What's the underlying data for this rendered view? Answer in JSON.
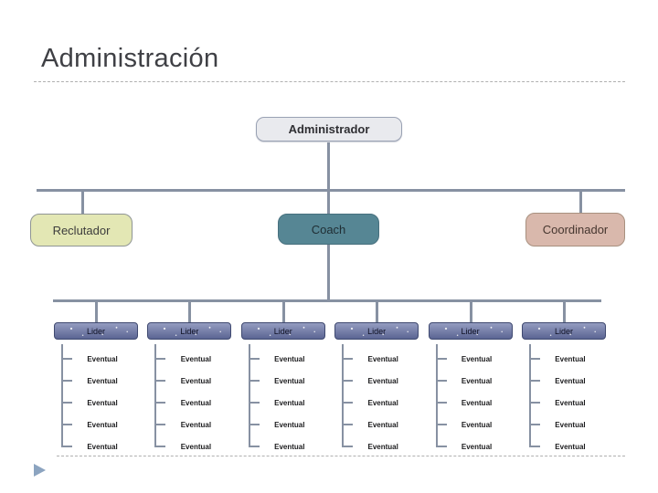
{
  "slide": {
    "title": "Administración"
  },
  "org_chart": {
    "root": {
      "label": "Administrador",
      "fill": "#e9eaee"
    },
    "level2": [
      {
        "label": "Reclutador",
        "fill": "#e3e7b4"
      },
      {
        "label": "Coach",
        "fill": "#568694"
      },
      {
        "label": "Coordinador",
        "fill": "#d9b8ac"
      }
    ],
    "leaders": [
      {
        "label": "Lider",
        "members": [
          "Eventual",
          "Eventual",
          "Eventual",
          "Eventual",
          "Eventual"
        ]
      },
      {
        "label": "Lider",
        "members": [
          "Eventual",
          "Eventual",
          "Eventual",
          "Eventual",
          "Eventual"
        ]
      },
      {
        "label": "Lider",
        "members": [
          "Eventual",
          "Eventual",
          "Eventual",
          "Eventual",
          "Eventual"
        ]
      },
      {
        "label": "Lider",
        "members": [
          "Eventual",
          "Eventual",
          "Eventual",
          "Eventual",
          "Eventual"
        ]
      },
      {
        "label": "Lider",
        "members": [
          "Eventual",
          "Eventual",
          "Eventual",
          "Eventual",
          "Eventual"
        ]
      },
      {
        "label": "Lider",
        "members": [
          "Eventual",
          "Eventual",
          "Eventual",
          "Eventual",
          "Eventual"
        ]
      }
    ],
    "leader_fill": "#6b74a1",
    "connector_color": "#8791a2"
  },
  "decor": {
    "divider_color": "#b0b0b0",
    "marker_color": "#8ca4c0"
  }
}
